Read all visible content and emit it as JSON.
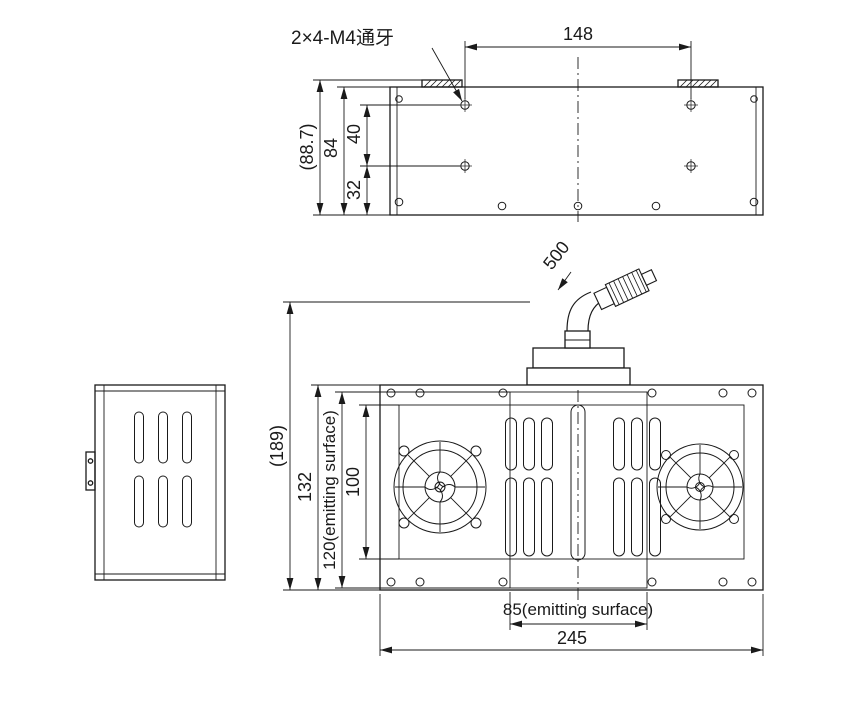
{
  "colors": {
    "background": "#ffffff",
    "line": "#1a1a1a"
  },
  "top_view": {
    "thread_callout": "2×4-M4通牙",
    "dim_hole_span": "148",
    "dim_overall_height": "(88.7)",
    "dim_body_height": "84",
    "dim_upper_hole": "40",
    "dim_lower_hole": "32"
  },
  "front_view": {
    "dim_cable_length": "500",
    "dim_overall_height": "(189)",
    "dim_body_height": "132",
    "dim_emitting_height": "120(emitting surface)",
    "dim_window_height": "100",
    "dim_emitting_width": "85(emitting surface)",
    "dim_body_width": "245"
  }
}
